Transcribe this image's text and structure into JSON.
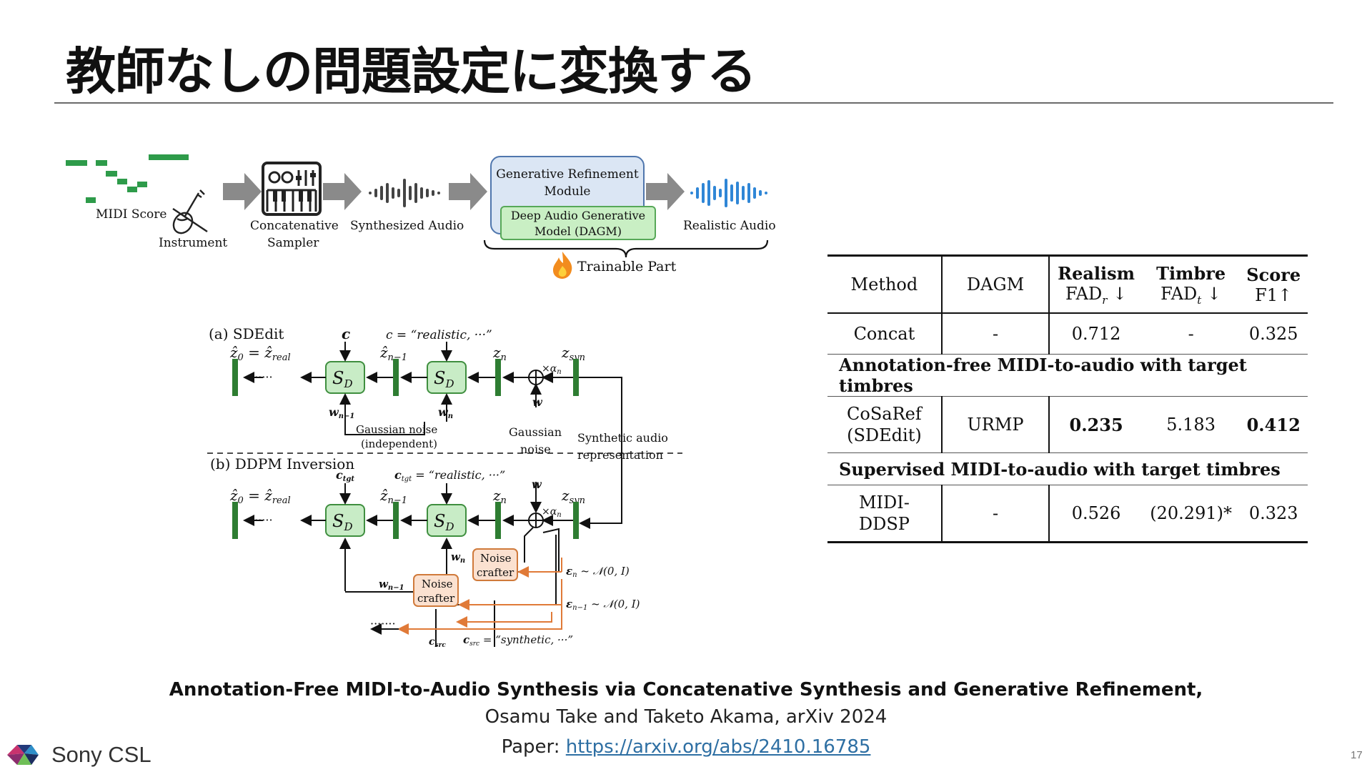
{
  "slide": {
    "title": "教師なしの問題設定に変換する",
    "page_number": "17"
  },
  "pipeline": {
    "midi_label": "MIDI Score",
    "instrument_label": "Instrument",
    "sampler_label_1": "Concatenative",
    "sampler_label_2": "Sampler",
    "synth_audio_label": "Synthesized Audio",
    "grm_label_1": "Generative Refinement",
    "grm_label_2": "Module",
    "dagm_label_1": "Deep Audio Generative",
    "dagm_label_2": "Model (DAGM)",
    "realistic_audio_label": "Realistic Audio",
    "trainable_label": "Trainable Part",
    "colors": {
      "midi": "#2e9b4a",
      "arrow": "#8a8a8a",
      "realistic_wave": "#2f86d6",
      "synth_wave": "#444444"
    }
  },
  "diagram": {
    "a_label": "(a) SDEdit",
    "b_label": "(b) DDPM Inversion",
    "c": "c",
    "c_realistic": "c = “realistic, ···”",
    "c_tgt": "c",
    "c_tgt_sub": "tgt",
    "c_tgt_eq": "c",
    "c_tgt_eq_rest": " = “realistic, ···”",
    "z0": "ẑ",
    "z0_sub": "0",
    "z0_eq": " = ẑ",
    "z0_eq_sub": "real",
    "zn1": "ẑ",
    "zn1_sub": "n−1",
    "zn": "z",
    "zn_sub": "n",
    "zsyn": "z",
    "zsyn_sub": "syn",
    "sd": "S",
    "sd_sub": "D",
    "alpha": "×α",
    "alpha_sub": "n",
    "w": "w",
    "wn1": "w",
    "wn1_sub": "n−1",
    "wn": "w",
    "wn_sub": "n",
    "gauss_ind_1": "Gaussian noise",
    "gauss_ind_2": "(independent)",
    "gauss_1": "Gaussian",
    "gauss_2": "noise",
    "synth_rep_1": "Synthetic audio",
    "synth_rep_2": "representation",
    "dots": "·······",
    "noise_crafter_1": "Noise",
    "noise_crafter_2": "crafter",
    "eps_n": "ε",
    "eps_n_sub": "n",
    "eps_rest": " ~ 𝒩(0, I)",
    "eps_n1": "ε",
    "eps_n1_sub": "n−1",
    "c_src": "c",
    "c_src_sub": "src",
    "c_src_eq": "c",
    "c_src_eq_rest": " = “synthetic, ···”",
    "colors": {
      "sd_fill": "#c8ecc6",
      "sd_stroke": "#3f8f3f",
      "latent": "#2e7d32",
      "crafter_fill": "#fbe1d0",
      "crafter_stroke": "#d07a3b",
      "eps_line": "#e07a38"
    }
  },
  "table": {
    "headers": {
      "method": "Method",
      "dagm": "DAGM",
      "realism_1": "Realism",
      "realism_2": "FAD",
      "realism_sub": "r",
      "realism_arrow": " ↓",
      "timbre_1": "Timbre",
      "timbre_2": "FAD",
      "timbre_sub": "t",
      "timbre_arrow": " ↓",
      "score_1": "Score",
      "score_2": "F1↑"
    },
    "concat": {
      "method": "Concat",
      "dagm": "-",
      "realism": "0.712",
      "timbre": "-",
      "score": "0.325"
    },
    "section_1": "Annotation-free MIDI-to-audio with target timbres",
    "cosaref": {
      "method_1": "CoSaRef",
      "method_2": "(SDEdit)",
      "dagm": "URMP",
      "realism": "0.235",
      "timbre": "5.183",
      "score": "0.412"
    },
    "section_2": "Supervised MIDI-to-audio with target timbres",
    "mididdsp": {
      "method_1": "MIDI-",
      "method_2": "DDSP",
      "dagm": "-",
      "realism": "0.526",
      "timbre": "(20.291)*",
      "score": "0.323"
    }
  },
  "citation": {
    "title": "Annotation-Free MIDI-to-Audio Synthesis via Concatenative Synthesis and Generative Refinement,",
    "authors": "Osamu Take and Taketo Akama, arXiv 2024",
    "paper_prefix": "Paper: ",
    "paper_url": "https://arxiv.org/abs/2410.16785"
  },
  "brand": {
    "name": "Sony CSL"
  }
}
